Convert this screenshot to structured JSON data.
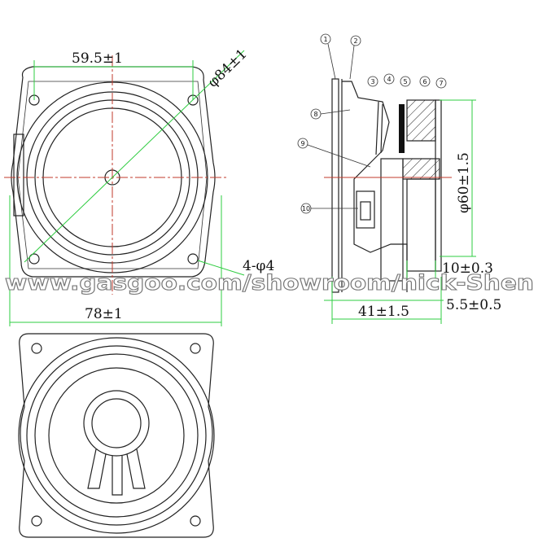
{
  "front_view": {
    "dim_width_holes": "59.5±1",
    "dim_diameter": "φ84±1",
    "dim_holes": "4-φ4",
    "dim_overall_width": "78±1"
  },
  "side_view": {
    "part_numbers": [
      "1",
      "2",
      "3",
      "4",
      "5",
      "6",
      "7",
      "8",
      "9",
      "10"
    ],
    "dim_magnet_diameter": "φ60±1.5",
    "dim_magnet_depth": "10±0.3",
    "dim_flange": "5.5±0.5",
    "dim_overall_depth": "41±1.5"
  },
  "watermark": "www.gasgoo.com/showroom/nick-Shen"
}
